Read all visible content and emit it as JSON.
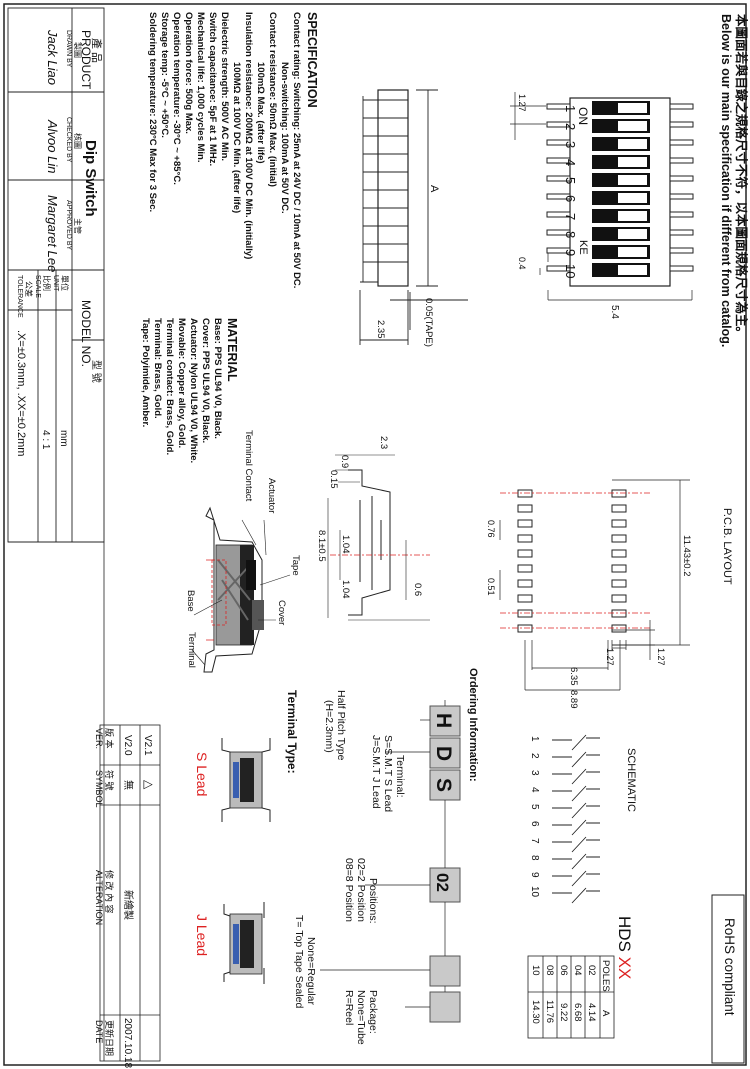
{
  "header": {
    "chinese": "本圖面若與目錄之規格尺寸不符，以本圖面規格尺寸為主。",
    "english": "Below is our main specification if different from catalog."
  },
  "spec": {
    "title": "SPECIFICATION",
    "lines": [
      "Contact rating: Switching: 25mA at 24V DC / 10mA at 50V DC.",
      "Non-switching: 100mA at 50V DC.",
      "Contact resistance: 50mΩ Max. (initial)",
      "100mΩ Max. (after life)",
      "Insulation resistance: 200MΩ at 100V DC Min. (initially)",
      "100MΩ at 100V DC Min. (after life)",
      "Dielectric strength: 500V AC Min.",
      "Switch capacitance: 5pF at 1 MHz.",
      "Mechanical life: 1,000 cycles Min.",
      "Operation force: 500g Max.",
      "Operation temperature: -30°C ~ +85°C.",
      "Storage temp: -5°C ~ +50°C.",
      "Soldering temperature: 230°C Max for 3 Sec."
    ]
  },
  "material": {
    "title": "MATERIAL",
    "lines": [
      "Base: PPS UL94 V0, Black.",
      "Cover: PPS UL94 V0, Black.",
      "Actuator: Nylon UL94 V0, White.",
      "Movable: Copper alloy, Gold.",
      "Terminal contact: Brass, Gold.",
      "Terminal: Brass, Gold.",
      "Tape: Polyimide, Amber."
    ]
  },
  "top_view": {
    "on_label": "ON",
    "brand": "KE",
    "numbers": [
      "1",
      "2",
      "3",
      "4",
      "5",
      "6",
      "7",
      "8",
      "9",
      "10"
    ],
    "dim_pitch": "1.27",
    "dim_width": "5.4",
    "dim_lead": "0.4"
  },
  "side_view": {
    "dim_a": "A",
    "dim_tape": "0.05(TAPE)",
    "dim_235": "2.35"
  },
  "pcb": {
    "title": "P.C.B. LAYOUT",
    "d1": "11.43±0.2",
    "d2": "0.76",
    "d3": "0.51",
    "d4": "1.27",
    "d5": "1.27",
    "d6": "6.35",
    "d7": "8.89"
  },
  "cross": {
    "d1": "2.3",
    "d2": "0.9",
    "d3": "0.15",
    "d4": "1.04",
    "d5": "1.04",
    "d6": "8.1±0.5",
    "d7": "0.6",
    "terminal_contact": "Terminal Contact",
    "actuator": "Actuator",
    "tape": "Tape",
    "cover": "Cover",
    "base": "Base",
    "terminal": "Terminal"
  },
  "schematic": {
    "title": "SCHEMATIC",
    "numbers": [
      "1",
      "2",
      "3",
      "4",
      "5",
      "6",
      "7",
      "8",
      "9",
      "10"
    ]
  },
  "poles_table": {
    "title_prefix": "HDS ",
    "title_suffix": "XX",
    "headers": [
      "POLES",
      "A"
    ],
    "rows": [
      [
        "02",
        "4.14"
      ],
      [
        "04",
        "6.68"
      ],
      [
        "06",
        "9.22"
      ],
      [
        "08",
        "11.76"
      ],
      [
        "10",
        "14.30"
      ]
    ]
  },
  "ordering": {
    "title": "Ordering Information:",
    "codes": [
      "H",
      "D",
      "S",
      "02"
    ],
    "half_pitch": [
      "Half Pitch Type",
      "(H=2.3mm)"
    ],
    "terminal": [
      "Terminal:",
      "S=S.M.T S Lead",
      "J=S.M.T J Lead"
    ],
    "positions": [
      "Positions:",
      "02=2 Position",
      "08=8 Position"
    ],
    "tube": [
      "None=Regular",
      "T= Top Tape Sealed"
    ],
    "package": [
      "Package:",
      "None=Tube",
      "R=Reel"
    ]
  },
  "terminal_type": {
    "title": "Terminal Type:",
    "s_lead": "S Lead",
    "j_lead": "J Lead"
  },
  "rohs": "RoHS compliant",
  "title_block": {
    "product_cn": "產 品",
    "product": "PRODUCT",
    "product_name": "Dip Switch",
    "model_cn": "型 號",
    "model": "MODEL NO.",
    "drawn_cn": "製圖",
    "drawn": "DRAWN BY",
    "checked_cn": "核圖",
    "checked": "CHECKED BY",
    "approved_cn": "主管",
    "approved": "APPROVED BY",
    "unit_cn": "單位",
    "unit": "UNIT",
    "unit_val": "mm",
    "scale_cn": "比例",
    "scale": "SCALE",
    "scale_val": "4 : 1",
    "tol_cn": "公差",
    "tol": "TOLERANCE",
    "tol_val": ".X=±0.3mm, .XX=±0.2mm",
    "sig_drawn": "Jack Liao",
    "sig_checked": "Alvoo Lin",
    "sig_approved": "Margaret Lee"
  },
  "revision": {
    "ver_cn": "版 本",
    "ver": "VER.",
    "sym_cn": "符 號",
    "sym": "SYMBOL",
    "alt_cn": "修 改 內 容",
    "alt": "ALTERATION",
    "date_cn": "更新日期",
    "date": "DATE",
    "rows": [
      {
        "ver": "V2.1",
        "sym": "△",
        "alt": "",
        "date": ""
      },
      {
        "ver": "V2.0",
        "sym": "無",
        "alt": "新繪製",
        "date": "2007.10.18"
      }
    ]
  }
}
